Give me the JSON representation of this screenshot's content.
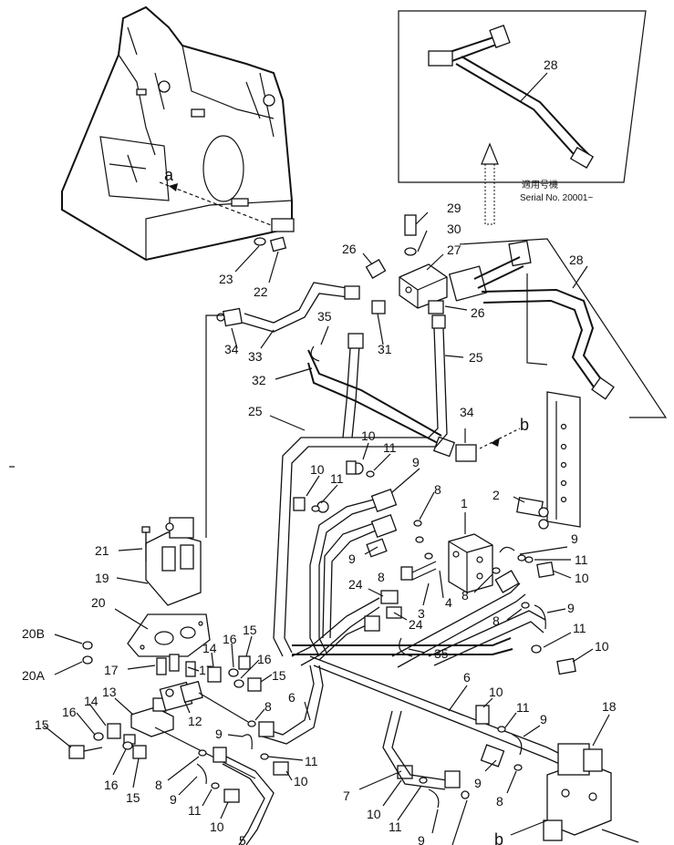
{
  "inset": {
    "label_applicable": "適用号機",
    "label_serial": "Serial No. 20001~"
  },
  "view_letters": {
    "a": "a",
    "b": "b"
  },
  "callouts": {
    "c1": "1",
    "c2": "2",
    "c3": "3",
    "c4": "4",
    "c5": "5",
    "c6": "6",
    "c7": "7",
    "c8": "8",
    "c9": "9",
    "c10": "10",
    "c11": "11",
    "c12": "12",
    "c13": "13",
    "c14": "14",
    "c15": "15",
    "c16": "16",
    "c17": "17",
    "c18": "18",
    "c19": "19",
    "c20": "20",
    "c20A": "20A",
    "c20B": "20B",
    "c21": "21",
    "c22": "22",
    "c23": "23",
    "c24": "24",
    "c25": "25",
    "c26": "26",
    "c27": "27",
    "c28": "28",
    "c29": "29",
    "c30": "30",
    "c31": "31",
    "c32": "32",
    "c33": "33",
    "c34": "34",
    "c35": "35"
  }
}
